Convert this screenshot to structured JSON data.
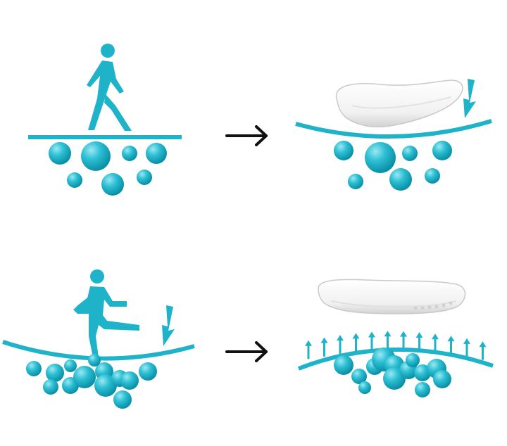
{
  "colors": {
    "accent": "#1fb3c9",
    "accent_dark": "#0a90a8",
    "accent_light": "#7fdde9",
    "arrow": "#111111",
    "insole": "#f4f4f4",
    "insole_shadow": "#d6d6d6"
  },
  "panels": [
    {
      "id": "walking",
      "figure": "walking-person-icon",
      "surface": "flat",
      "foam_state": "scattered"
    },
    {
      "id": "walking-insole",
      "figure": "insole",
      "surface": "curved-down",
      "foam_state": "compressed",
      "press_arrow": true
    },
    {
      "id": "running",
      "figure": "running-person-icon",
      "surface": "curved-down",
      "foam_state": "compressed",
      "press_arrow": true
    },
    {
      "id": "running-insole",
      "figure": "insole",
      "surface": "curved-up",
      "foam_state": "rebound",
      "rebound_arrows": 12
    }
  ],
  "transitions": [
    {
      "from": "walking",
      "to": "walking-insole",
      "icon": "right-arrow-icon"
    },
    {
      "from": "running",
      "to": "running-insole",
      "icon": "right-arrow-icon"
    }
  ]
}
